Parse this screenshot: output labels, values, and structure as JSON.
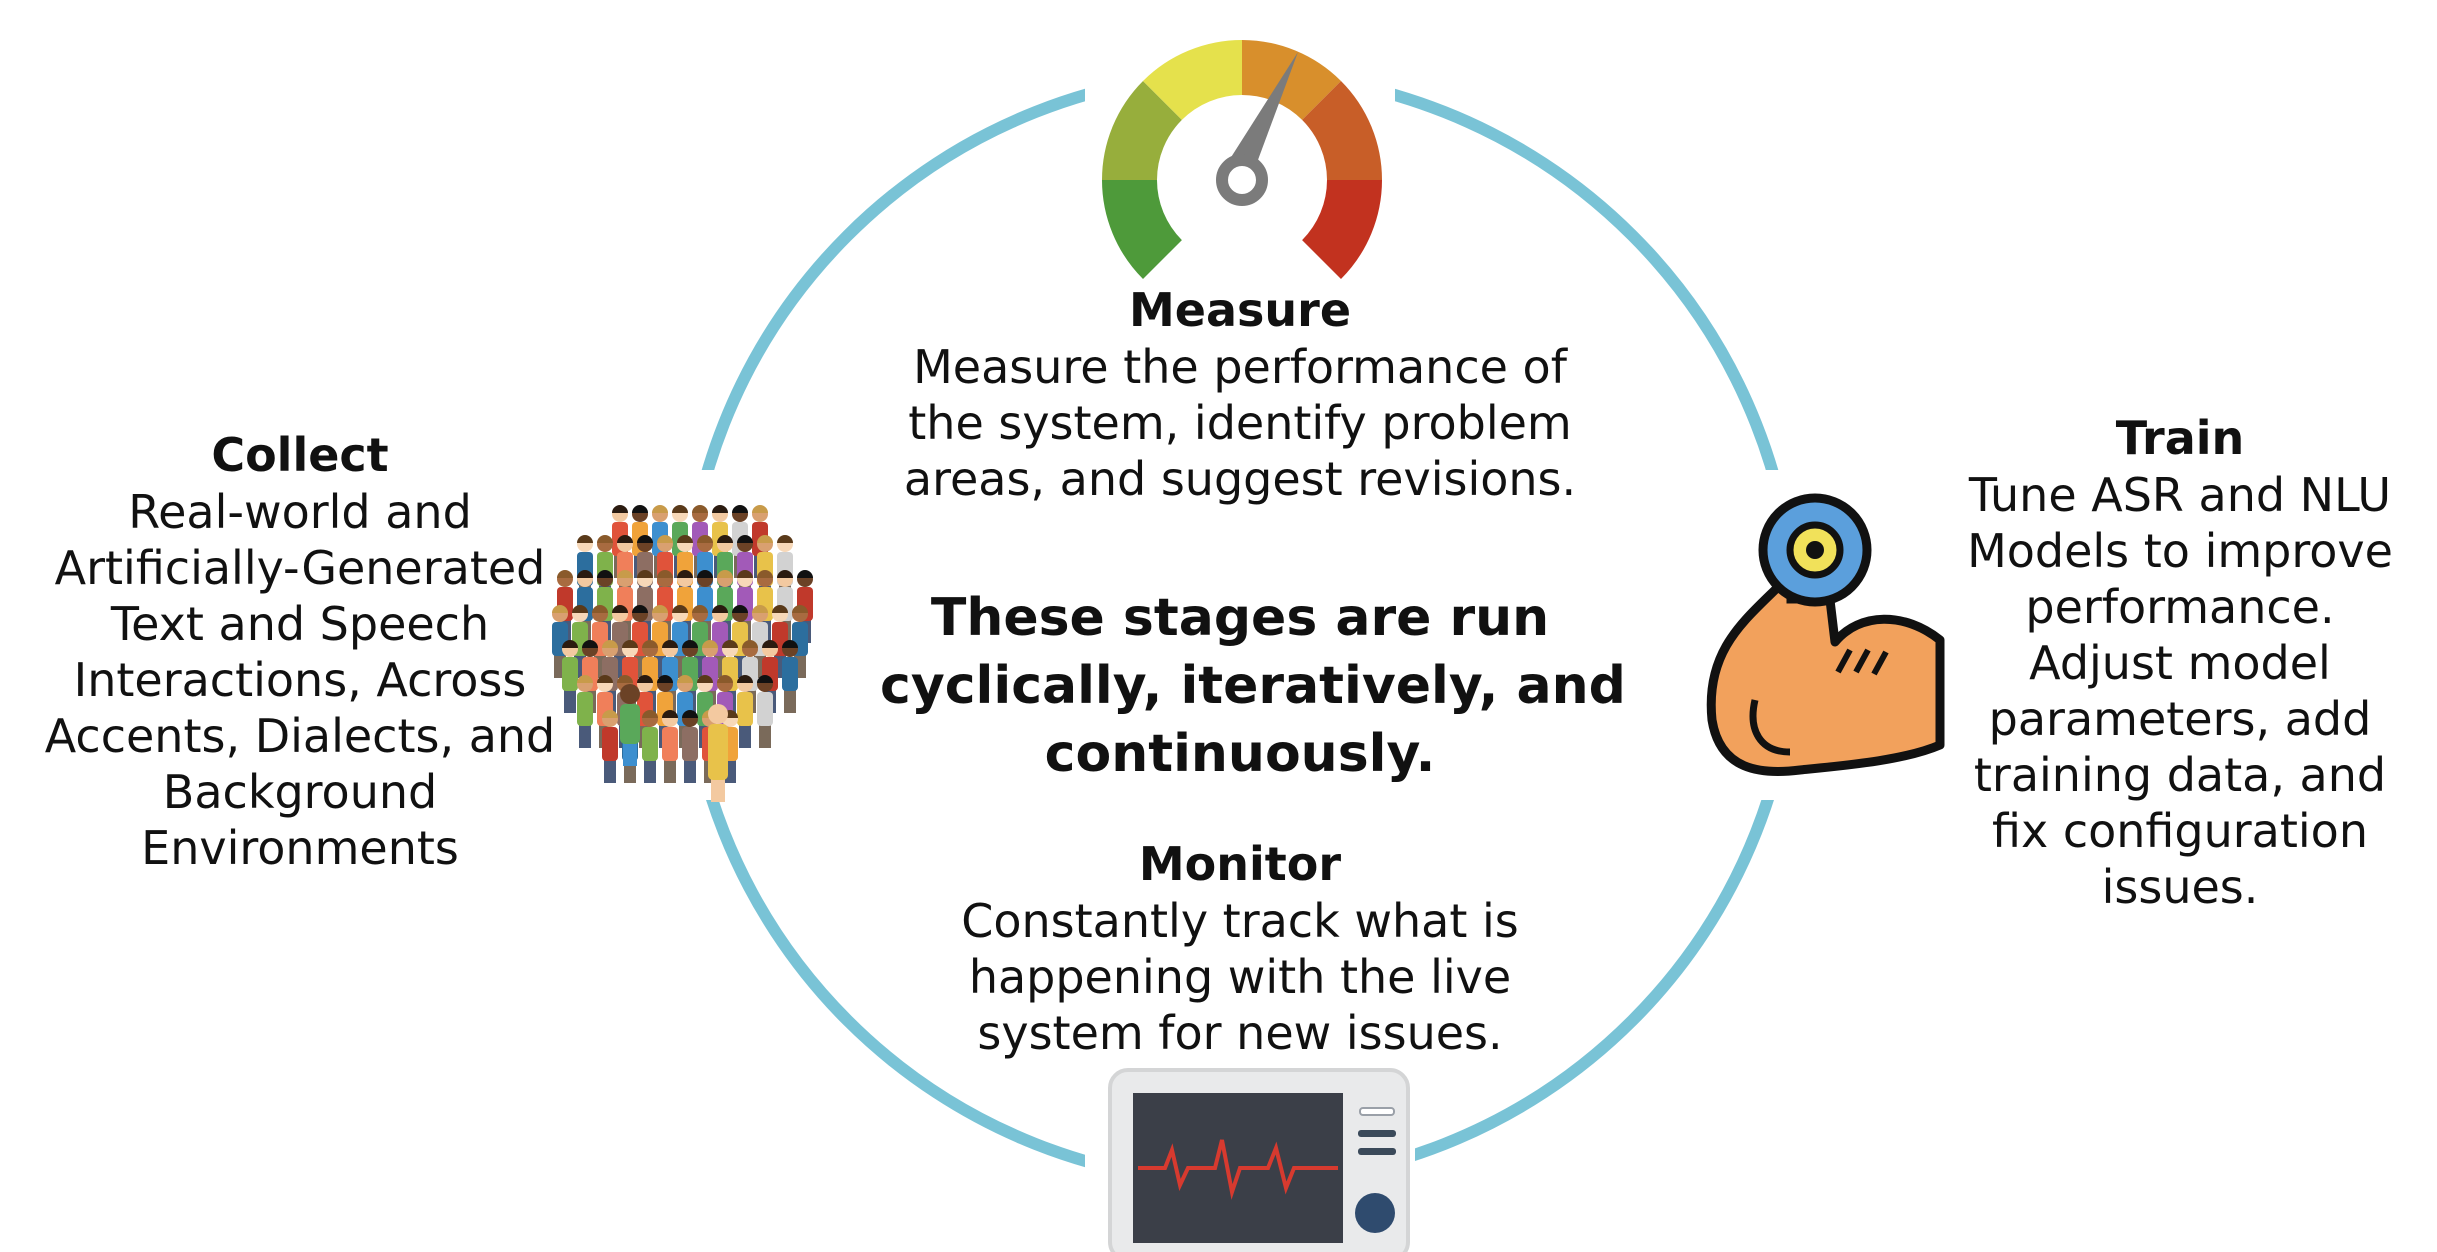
{
  "colors": {
    "cycle": "#79c3d6",
    "gauge": [
      "#4e9a3a",
      "#97ae3c",
      "#e5e14c",
      "#d88f2c",
      "#c85e28",
      "#c2321f"
    ],
    "needle": "#7b7b7b",
    "muscle_skin": "#f2a15c",
    "weight_plate": "#5b9fdc",
    "monitor_wave": "#d73a2f"
  },
  "icons": {
    "measure": "gauge-icon",
    "train": "flexed-arm-icon",
    "monitor": "heart-monitor-icon",
    "collect": "crowd-icon"
  },
  "stages": {
    "measure": {
      "title": "Measure",
      "lines": [
        "Measure the performance of",
        "the system, identify problem",
        "areas, and suggest revisions."
      ]
    },
    "collect": {
      "title": "Collect",
      "lines": [
        "Real-world and",
        "Artificially-Generated",
        "Text and Speech",
        "Interactions, Across",
        "Accents, Dialects, and",
        "Background",
        "Environments"
      ]
    },
    "train": {
      "title": "Train",
      "lines": [
        "Tune ASR and NLU",
        "Models to improve",
        "performance.",
        "Adjust model",
        "parameters, add",
        "training data, and",
        "fix configuration",
        "issues."
      ]
    },
    "monitor": {
      "title": "Monitor",
      "lines": [
        "Constantly track what is",
        "happening with the live",
        "system for new issues."
      ]
    }
  },
  "center": {
    "lines": [
      "These stages are run",
      "cyclically, iteratively, and",
      "continuously."
    ]
  }
}
